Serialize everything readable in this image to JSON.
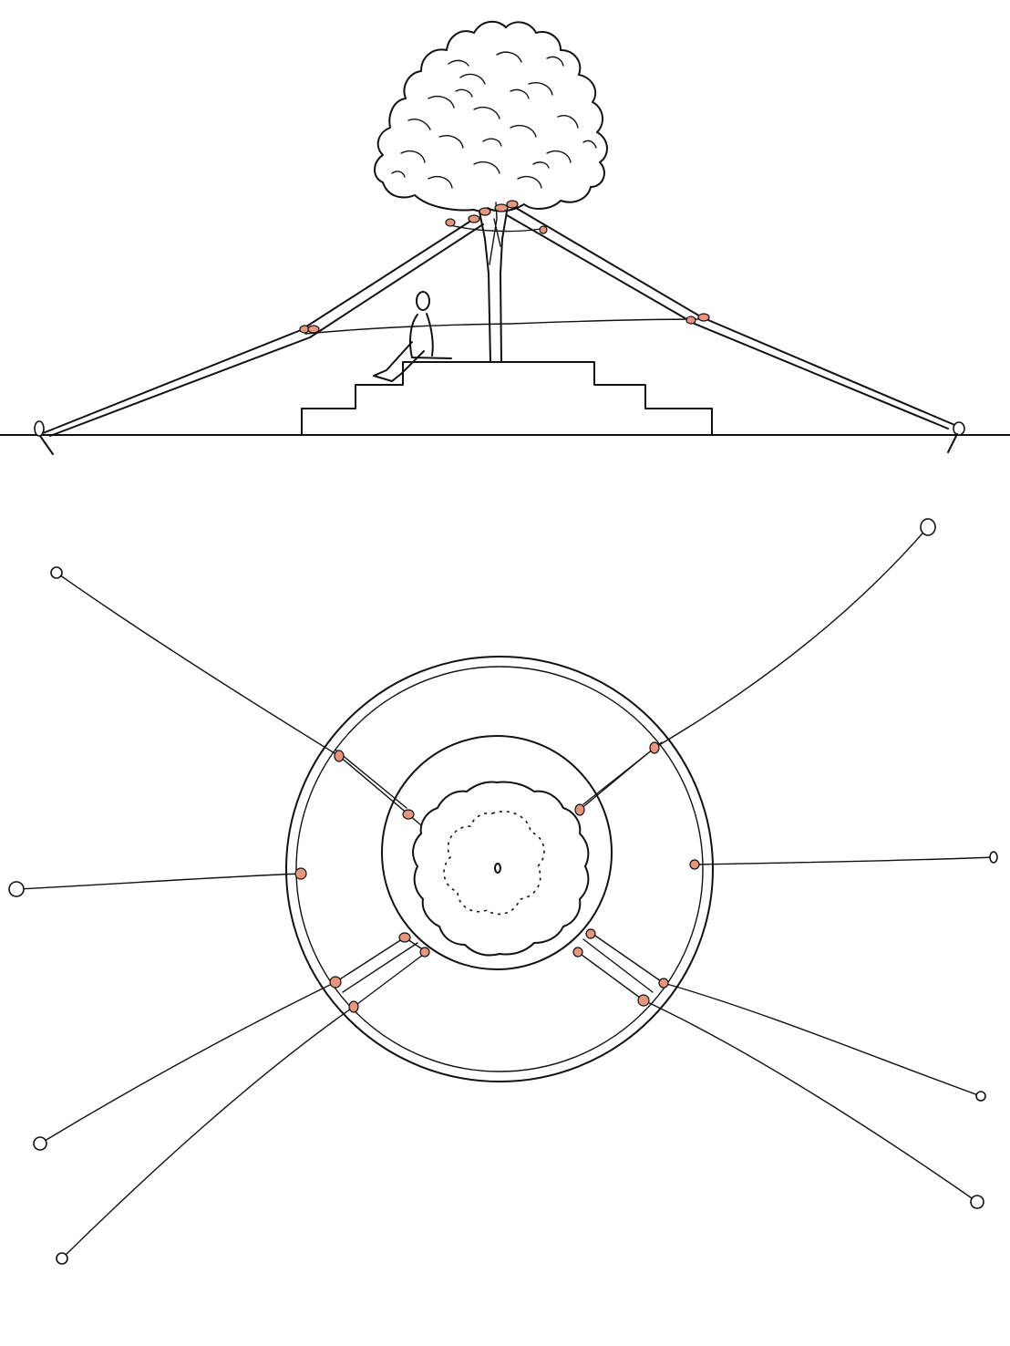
{
  "colors": {
    "ink": "#111111",
    "tie_point": "#e8957e",
    "background": "#ffffff"
  },
  "drawing": {
    "views": [
      "elevation",
      "plan"
    ],
    "elevation": {
      "elements": [
        "tree-canopy",
        "tree-trunk",
        "stepped-platform",
        "seated-person",
        "hammock-straps",
        "ground-line",
        "ground-stakes"
      ]
    },
    "plan": {
      "elements": [
        "outer-ring",
        "inner-ring",
        "canopy-outline",
        "strap-lines",
        "anchor-stakes",
        "tie-points"
      ]
    }
  }
}
